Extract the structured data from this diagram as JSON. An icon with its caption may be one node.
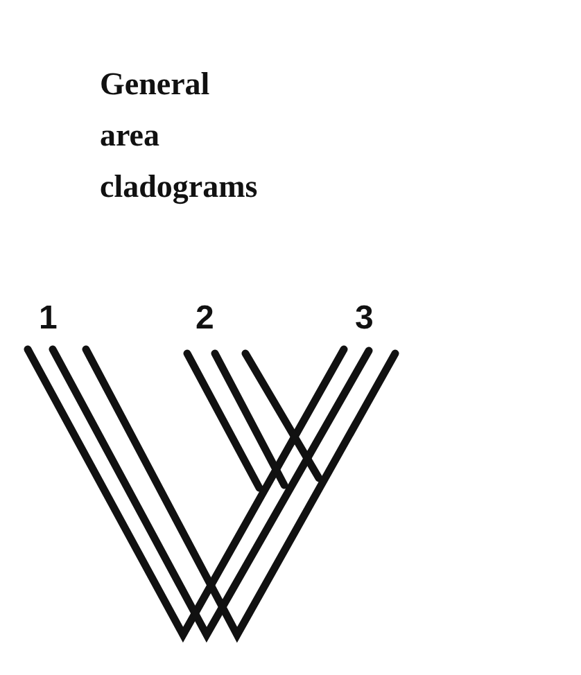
{
  "diagram": {
    "title": "General area cladograms",
    "labels": [
      "1",
      "2",
      "3"
    ]
  }
}
